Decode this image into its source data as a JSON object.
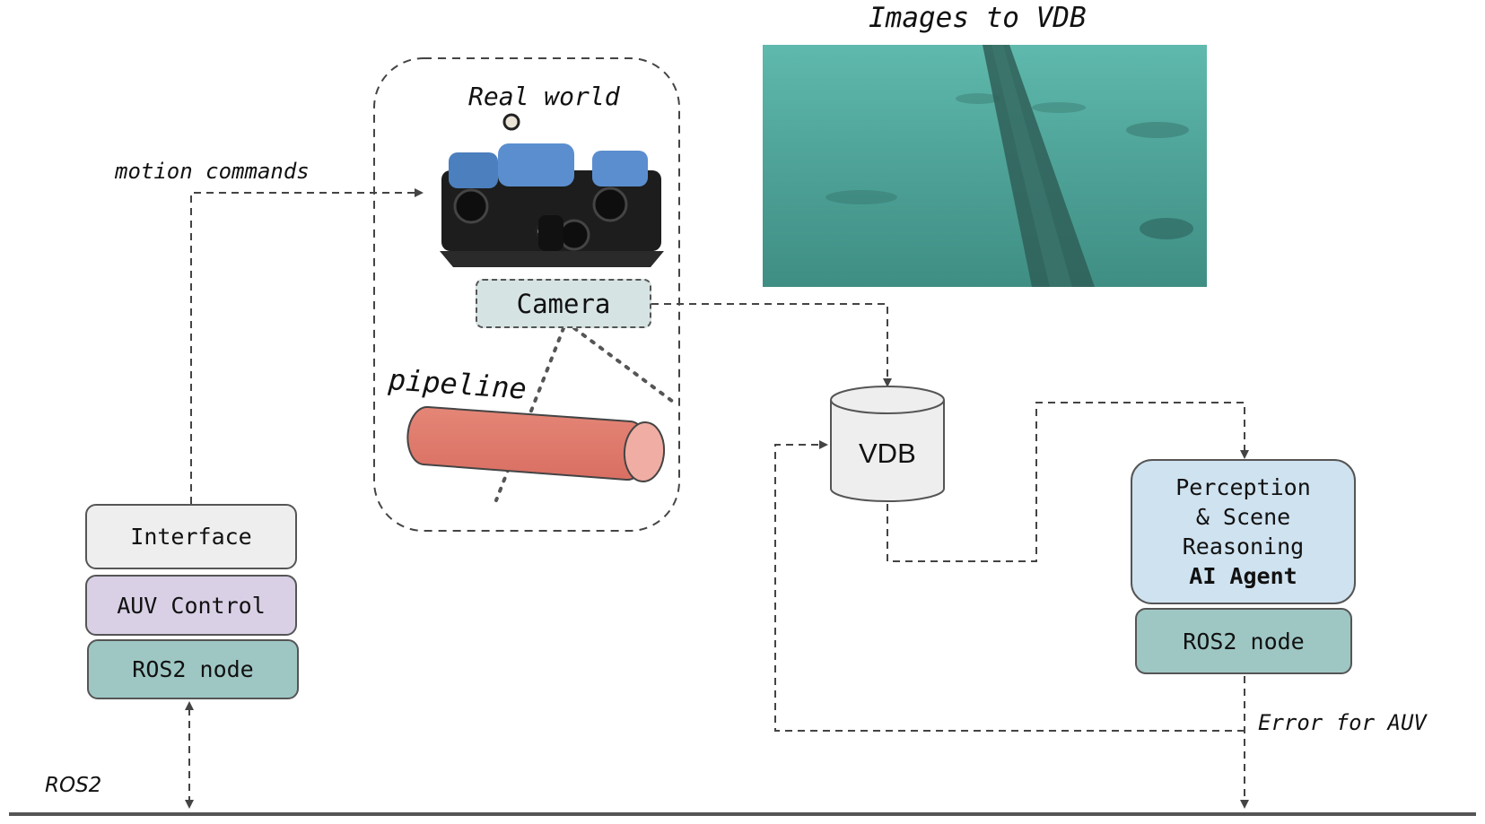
{
  "title": "Images to VDB",
  "labels": {
    "real_world": "Real world",
    "motion_commands": "motion commands",
    "pipeline": "pipeline",
    "error_for_auv": "Error for AUV",
    "ros2_bus": "ROS2"
  },
  "boxes": {
    "camera": "Camera",
    "vdb": "VDB",
    "interface": "Interface",
    "auv_control": "AUV Control",
    "ros2_node_left": "ROS2 node",
    "perception_line1": "Perception",
    "perception_line2": "& Scene",
    "perception_line3": "Reasoning",
    "perception_line4": "AI Agent",
    "ros2_node_right": "ROS2 node"
  },
  "colors": {
    "interface": "#eeeeee",
    "auv_control": "#d9d0e6",
    "ros2_node": "#9ec7c4",
    "camera": "#d6e3e3",
    "vdb": "#eeeeee",
    "perception": "#cfe2f0",
    "pipeline": "#e07b6f",
    "pipeline_end": "#f0ada3",
    "underwater": "#4fa69a"
  },
  "icons": [
    "auv-robot-image",
    "underwater-pipeline-photo"
  ]
}
